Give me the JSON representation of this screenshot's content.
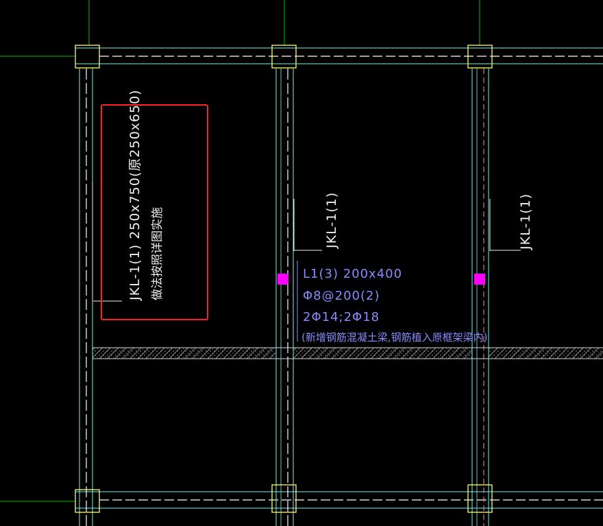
{
  "drawing": {
    "colors": {
      "background": "#000000",
      "beam_line": "#7ff0f0",
      "beam_line_dim": "#5ad0d0",
      "dash_line": "#ffffff",
      "axis_grid": "#00c000",
      "column": "#ffff66",
      "label_white": "#f0f0f0",
      "label_blue": "#8a8aff",
      "highlight_box": "#ff2020",
      "grip": "#ff00ff",
      "hatch": "#d8d8d8"
    },
    "annotation_left": {
      "line1": "JKL-1(1)   250x750(原250x650)",
      "line2": "做法按照详图实施"
    },
    "annotation_mid": "JKL-1(1)",
    "annotation_right": "JKL-1(1)",
    "l1_label": {
      "name": "L1(3) 200x400",
      "stirrup": "Φ8@200(2)",
      "rebar": "2Φ14;2Φ18",
      "note": "(新增钢筋混凝土梁,钢筋植入原框架梁内)"
    }
  }
}
